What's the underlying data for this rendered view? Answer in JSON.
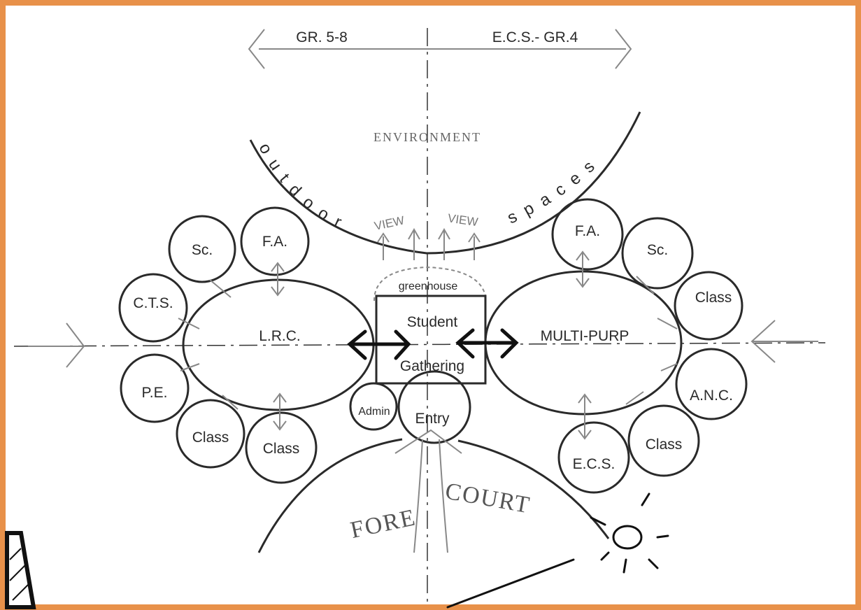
{
  "grades": {
    "left": "GR. 5-8",
    "right": "E.C.S.- GR.4"
  },
  "environment": "ENVIRONMENT",
  "outdoor": "outdoor",
  "spaces": "spaces",
  "view": "VIEW",
  "greenhouse": "greenhouse",
  "student": "Student",
  "gathering": "Gathering",
  "left_hub": "L.R.C.",
  "right_hub": "MULTI-PURP",
  "admin": "Admin",
  "entry": "Entry",
  "fore": "FORE",
  "court": "COURT",
  "left_rooms": {
    "sc": "Sc.",
    "fa": "F.A.",
    "cts": "C.T.S.",
    "pe": "P.E.",
    "class_a": "Class",
    "class_b": "Class"
  },
  "right_rooms": {
    "fa": "F.A.",
    "sc": "Sc.",
    "class_a": "Class",
    "anc": "A.N.C.",
    "class_b": "Class",
    "ecs": "E.C.S."
  },
  "colors": {
    "frame": "#e8914a",
    "ink": "#2a2a2a"
  }
}
